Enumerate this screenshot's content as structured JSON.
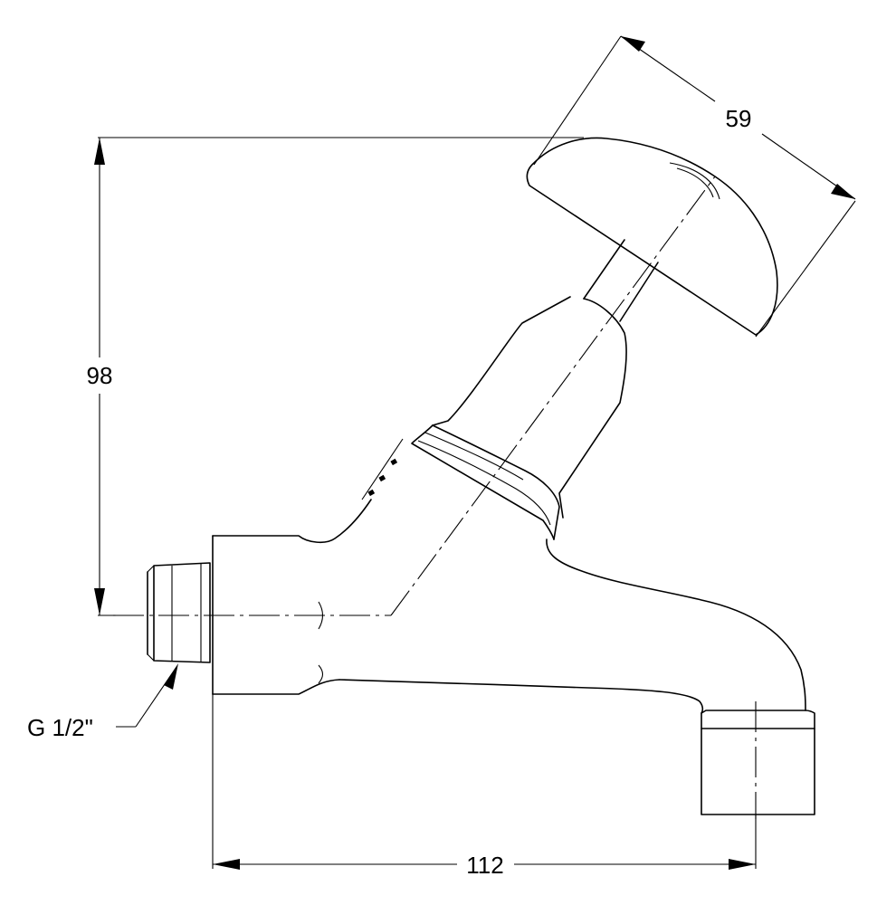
{
  "drawing": {
    "dimensions": {
      "height_label": "98",
      "handle_label": "59",
      "length_label": "112"
    },
    "thread_label": "G 1/2\""
  }
}
